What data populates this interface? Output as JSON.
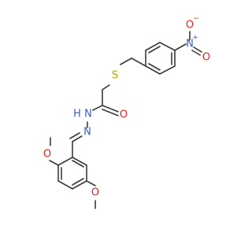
{
  "molecule": {
    "atoms": {
      "s": "S",
      "n_nitro": "N",
      "n_nitro_charge": "+",
      "o_nitro_top": "O",
      "o_nitro_minus": "−",
      "o_nitro_dbl": "O",
      "o_carbonyl": "O",
      "nh": "N",
      "h": "H",
      "n_imine": "N",
      "o_methoxy_2": "O",
      "o_methoxy_5": "O"
    },
    "colors": {
      "bond": "#3a3a3a",
      "nitrogen": "#3b5cc7",
      "oxygen": "#e0241a",
      "sulfur": "#b8a300"
    }
  }
}
